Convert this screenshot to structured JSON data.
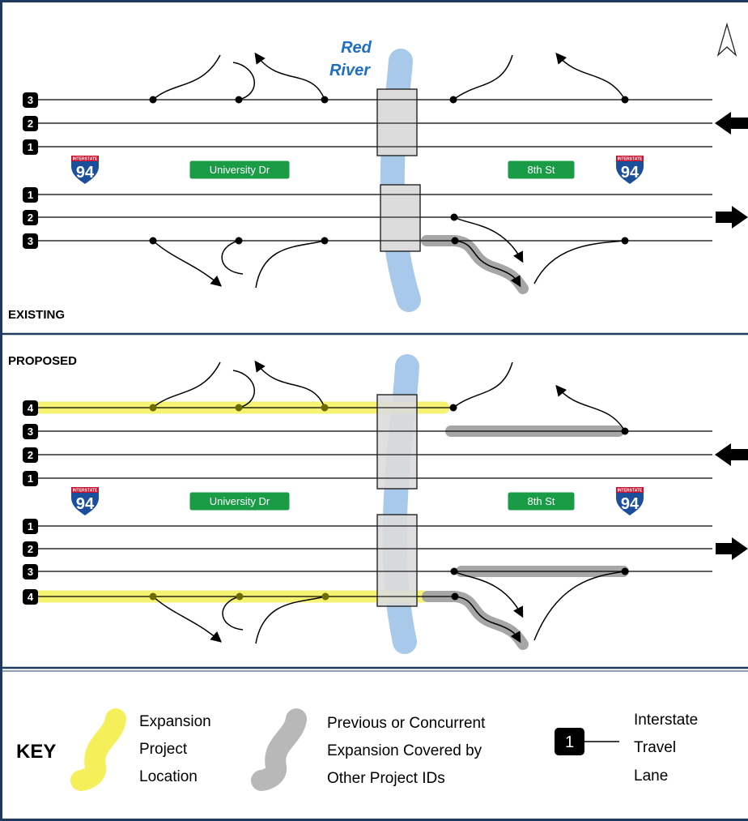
{
  "river_label": [
    "Red",
    "River"
  ],
  "streets": {
    "west": "University Dr",
    "east": "8th St"
  },
  "interstate": {
    "banner": "INTERSTATE",
    "number": "94"
  },
  "sections": {
    "existing": "EXISTING",
    "proposed": "PROPOSED"
  },
  "existing_lanes": {
    "westbound": [
      "3",
      "2",
      "1"
    ],
    "eastbound": [
      "1",
      "2",
      "3"
    ]
  },
  "proposed_lanes": {
    "westbound": [
      "4",
      "3",
      "2",
      "1"
    ],
    "eastbound": [
      "1",
      "2",
      "3",
      "4"
    ]
  },
  "key": {
    "title": "KEY",
    "expansion": [
      "Expansion",
      "Project",
      "Location"
    ],
    "previous": [
      "Previous or Concurrent",
      "Expansion Covered by",
      "Other Project IDs"
    ],
    "lane_sample": "1",
    "lane": [
      "Interstate",
      "Travel",
      "Lane"
    ]
  },
  "colors": {
    "expansion_highlight": "#f5f05a",
    "previous_highlight": "#a6a6a6",
    "river": "#a9c9ea",
    "street_sign": "#1a9c47",
    "shield_blue": "#1b4f9c",
    "shield_red": "#c8102e",
    "frame": "#1f3a5f"
  },
  "icons": [
    "north-arrow-icon",
    "westbound-arrow-icon",
    "eastbound-arrow-icon",
    "interstate-shield-icon"
  ]
}
